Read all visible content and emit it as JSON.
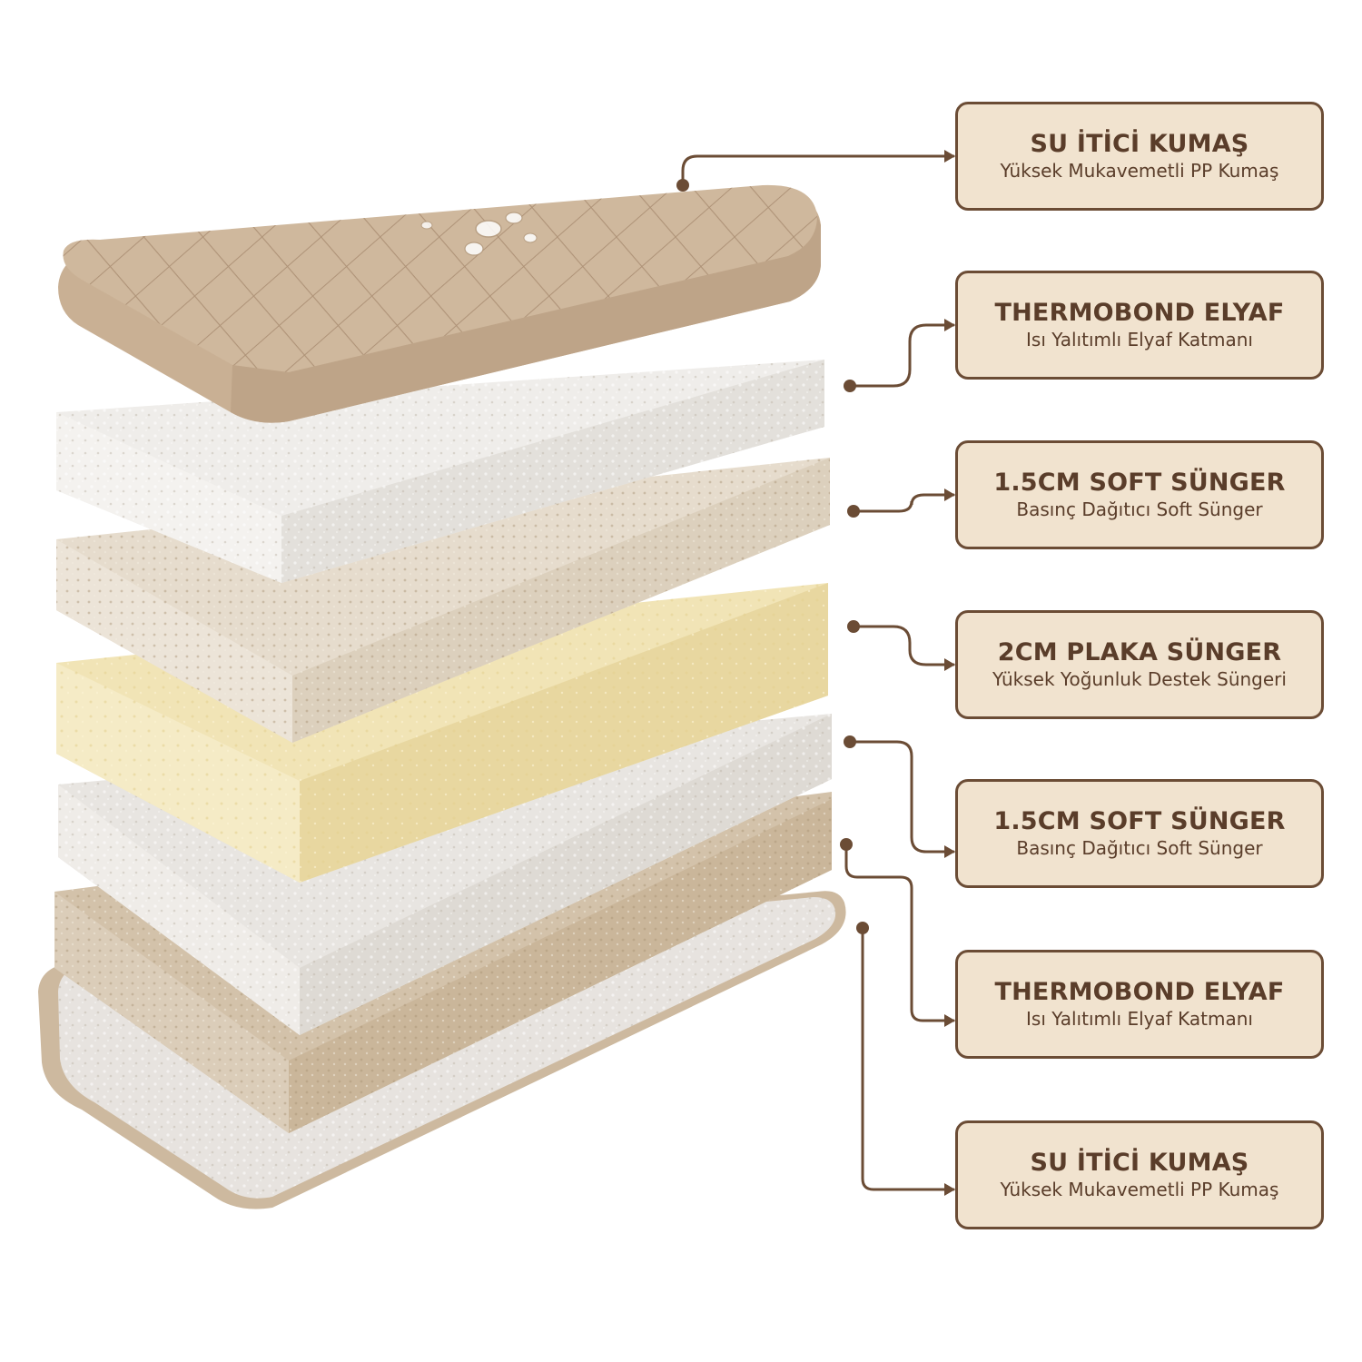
{
  "colors": {
    "accent": "#6b4c35",
    "label_bg": "#f1e3cf",
    "text": "#5a3d2a",
    "fabric_beige": "#cbb49a",
    "fiber_white": "#ece8e2",
    "soft_foam": "#e4d9c8",
    "plate_foam": "#f0e2b4"
  },
  "labels": [
    {
      "title": "SU İTİCİ KUMAŞ",
      "subtitle": "Yüksek Mukavemetli PP Kumaş"
    },
    {
      "title": "THERMOBOND ELYAF",
      "subtitle": "Isı Yalıtımlı Elyaf Katmanı"
    },
    {
      "title": "1.5CM SOFT SÜNGER",
      "subtitle": "Basınç Dağıtıcı Soft Sünger"
    },
    {
      "title": "2CM PLAKA SÜNGER",
      "subtitle": "Yüksek Yoğunluk Destek Süngeri"
    },
    {
      "title": "1.5CM SOFT SÜNGER",
      "subtitle": "Basınç Dağıtıcı Soft Sünger"
    },
    {
      "title": "THERMOBOND ELYAF",
      "subtitle": "Isı Yalıtımlı Elyaf Katmanı"
    },
    {
      "title": "SU İTİCİ KUMAŞ",
      "subtitle": "Yüksek Mukavemetli PP Kumaş"
    }
  ]
}
